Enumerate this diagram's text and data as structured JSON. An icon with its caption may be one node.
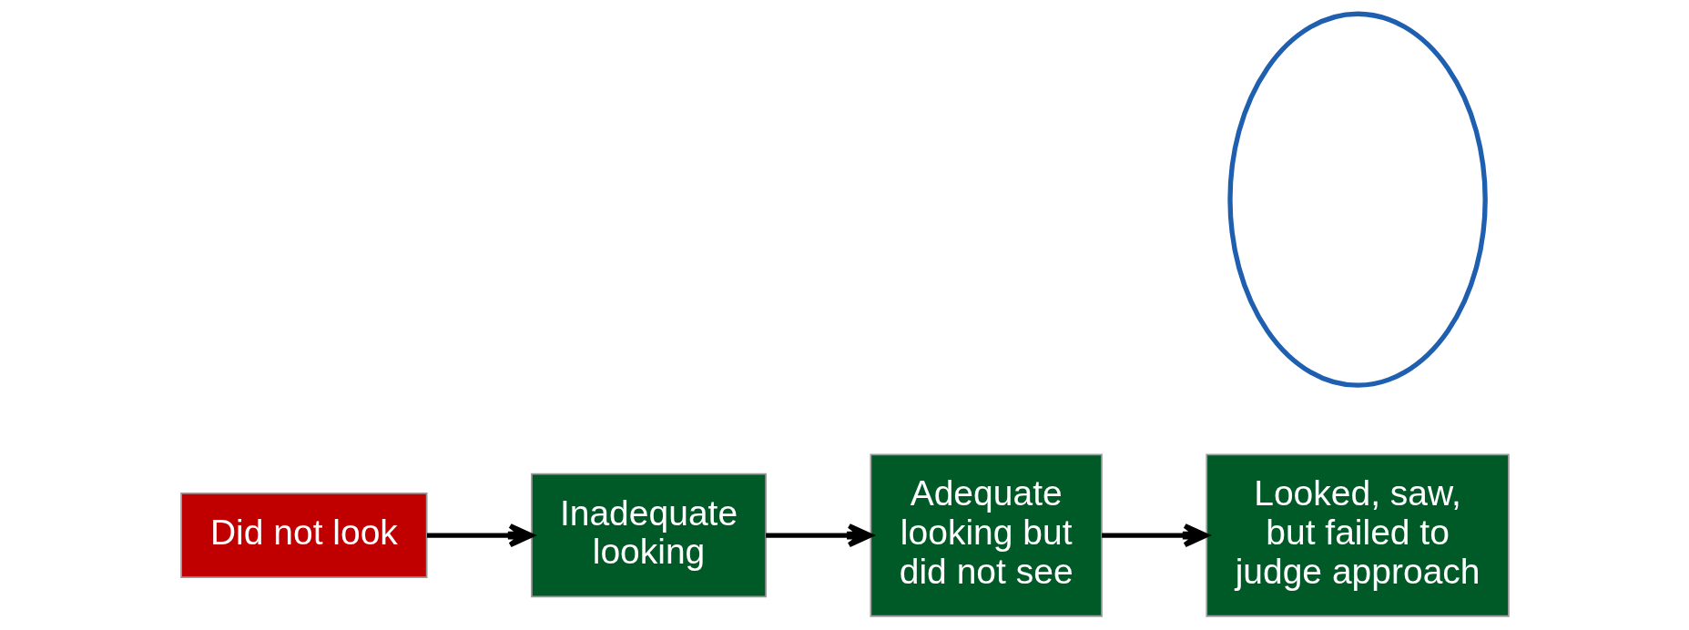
{
  "diagram": {
    "nodes": [
      {
        "text": [
          "Did not look"
        ]
      },
      {
        "text": [
          "Inadequate looking"
        ]
      },
      {
        "text": [
          "Adequate looking but did not see"
        ]
      },
      {
        "text": [],
        "shape": "circle"
      },
      {
        "text": [
          "Looked, saw, but failed to judge approach"
        ]
      }
    ],
    "edges": [
      {
        "from": 0,
        "to": 1,
        "arrow": "to"
      },
      {
        "from": 1,
        "to": 2,
        "arrow": "to"
      },
      {
        "from": 2,
        "to": 4,
        "arrow": "to"
      }
    ]
  }
}
